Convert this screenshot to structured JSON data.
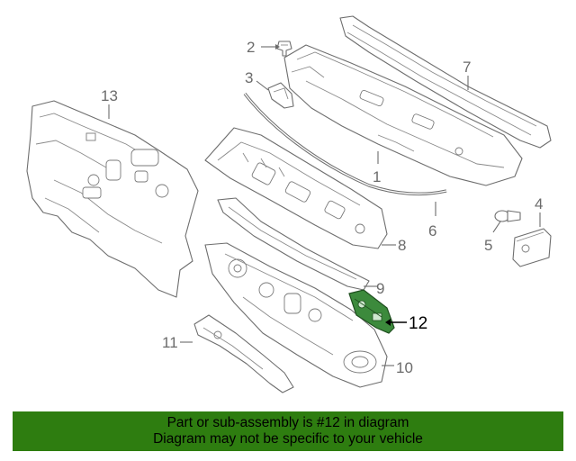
{
  "callouts": {
    "c1": "1",
    "c2": "2",
    "c3": "3",
    "c4": "4",
    "c5": "5",
    "c6": "6",
    "c7": "7",
    "c8": "8",
    "c9": "9",
    "c10": "10",
    "c11": "11",
    "c12": "12",
    "c13": "13"
  },
  "highlight": {
    "part": "12",
    "color": "#3c8a3c"
  },
  "banner": {
    "line1": "Part or sub-assembly is #12 in diagram",
    "line2": "Diagram may not be specific to your vehicle",
    "background": "#2e7d10"
  }
}
